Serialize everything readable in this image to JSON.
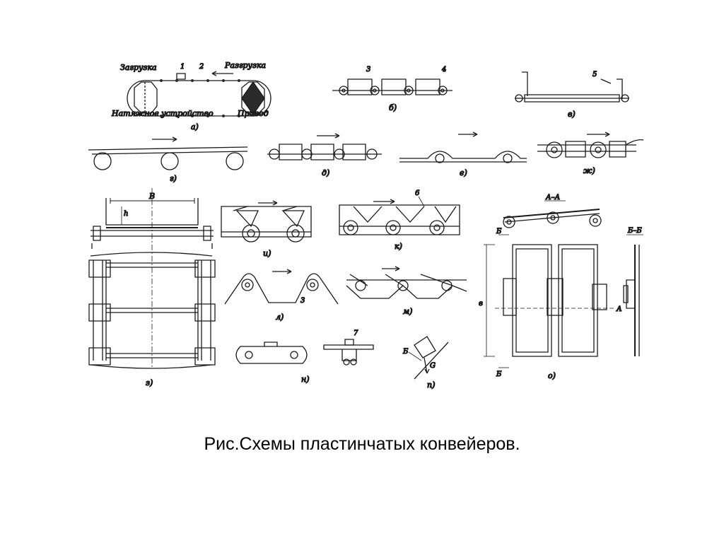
{
  "caption": "Рис.Схемы пластинчатых конвейеров.",
  "labels": {
    "zagruzka": "Загрузка",
    "razgruzka": "Разгрузка",
    "natyazhnoe": "Натяжное устройство",
    "privod": "Привод",
    "n1": "1",
    "n2": "2",
    "n3": "3",
    "n4": "4",
    "n5": "5",
    "n6": "6",
    "n7": "7",
    "a": "а)",
    "b": "б)",
    "v": "в)",
    "g": "г)",
    "d": "д)",
    "e": "е)",
    "zh": "ж)",
    "z": "з)",
    "i": "и)",
    "k": "к)",
    "l": "л)",
    "m": "м)",
    "n": "н)",
    "o": "о)",
    "p": "п)",
    "dimB": "В",
    "dimh": "h",
    "dimb": "в",
    "secAA": "А–А",
    "secBB": "Б–Б",
    "markA": "А",
    "markB": "Б",
    "markBp": "Б",
    "markG": "G"
  }
}
